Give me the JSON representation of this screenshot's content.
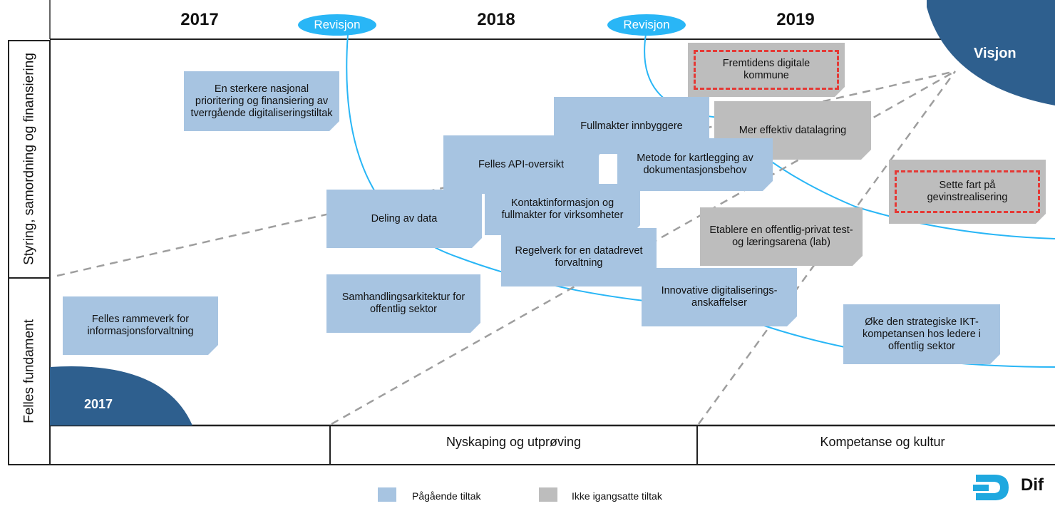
{
  "years": [
    "2017",
    "2018",
    "2019"
  ],
  "revisions": [
    "Revisjon",
    "Revisjon"
  ],
  "rows": {
    "top": "Styring, samordning og finansiering",
    "bottom": "Felles fundament"
  },
  "corners": {
    "start": "2017",
    "vision": "Visjon"
  },
  "boxes": {
    "nasjonal": "En sterkere nasjonal prioritering og finansiering av tverrgående digitaliseringstiltak",
    "fremtidens": "Fremtidens digitale kommune",
    "fullmakter": "Fullmakter innbyggere",
    "datalagring": "Mer effektiv datalagring",
    "api": "Felles API-oversikt",
    "metode": "Metode for kartlegging av dokumentasjonsbehov",
    "sette_fart": "Sette fart på gevinstrealisering",
    "deling": "Deling av data",
    "kontakt": "Kontaktinformasjon og fullmakter for virksomheter",
    "etablere": "Etablere en offentlig-privat test- og læringsarena (lab)",
    "regelverk": "Regelverk for en datadrevet forvaltning",
    "samhandling": "Samhandlingsarkitektur for offentlig sektor",
    "innovative": "Innovative digitaliserings-anskaffelser",
    "rammeverk": "Felles rammeverk for informasjonsforvaltning",
    "ikt": "Øke den strategiske IKT-kompetansen hos ledere i offentlig sektor"
  },
  "bottom_sections": [
    "Nyskaping og utprøving",
    "Kompetanse og kultur"
  ],
  "legend": [
    "Pågående tiltak",
    "Ikke igangsatte tiltak"
  ],
  "logo_text": "Dif",
  "colors": {
    "ongoing": "#a7c4e1",
    "not_started": "#bdbdbd",
    "curve": "#29b6f6",
    "dark_blue": "#2e5f8e",
    "dashed_highlight": "#e53935"
  }
}
